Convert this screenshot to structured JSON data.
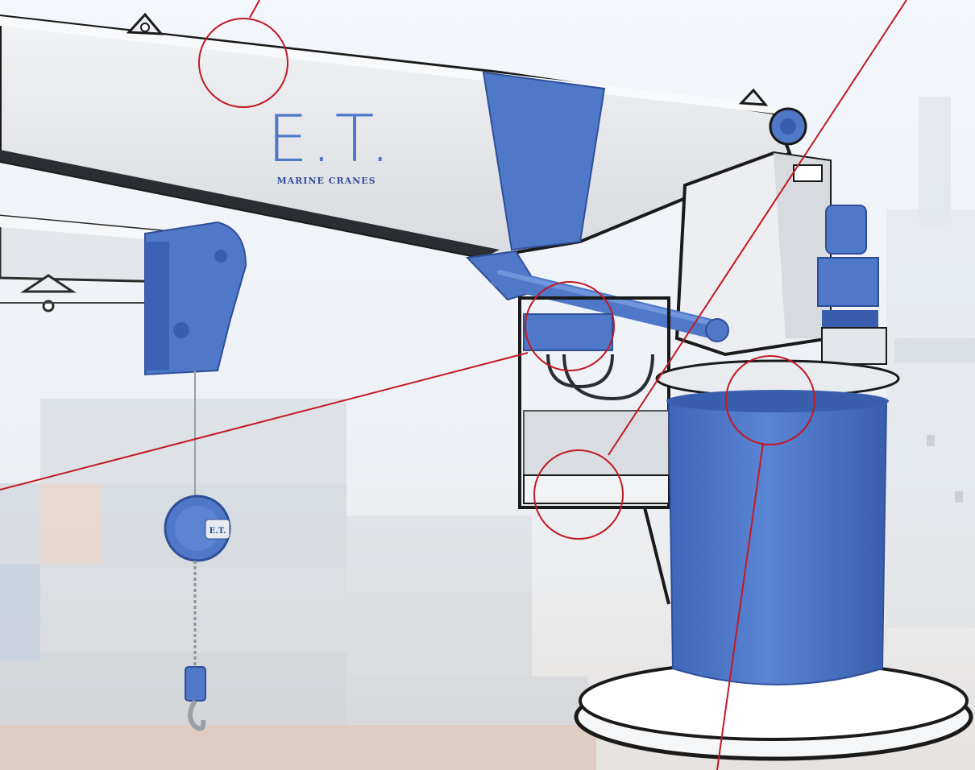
{
  "boom_logo": {
    "mark": "E.T.",
    "subtitle": "MARINE CRANES"
  },
  "hook_logo": {
    "mark": "E.T."
  },
  "colors": {
    "crane_blue": "#4f78c8",
    "crane_blue_dark": "#2f4f9a",
    "boom_white": "#e9ecef",
    "callout_red": "#c21a24",
    "sky": "#eef2f6",
    "container_tone": "#d9dde2"
  }
}
